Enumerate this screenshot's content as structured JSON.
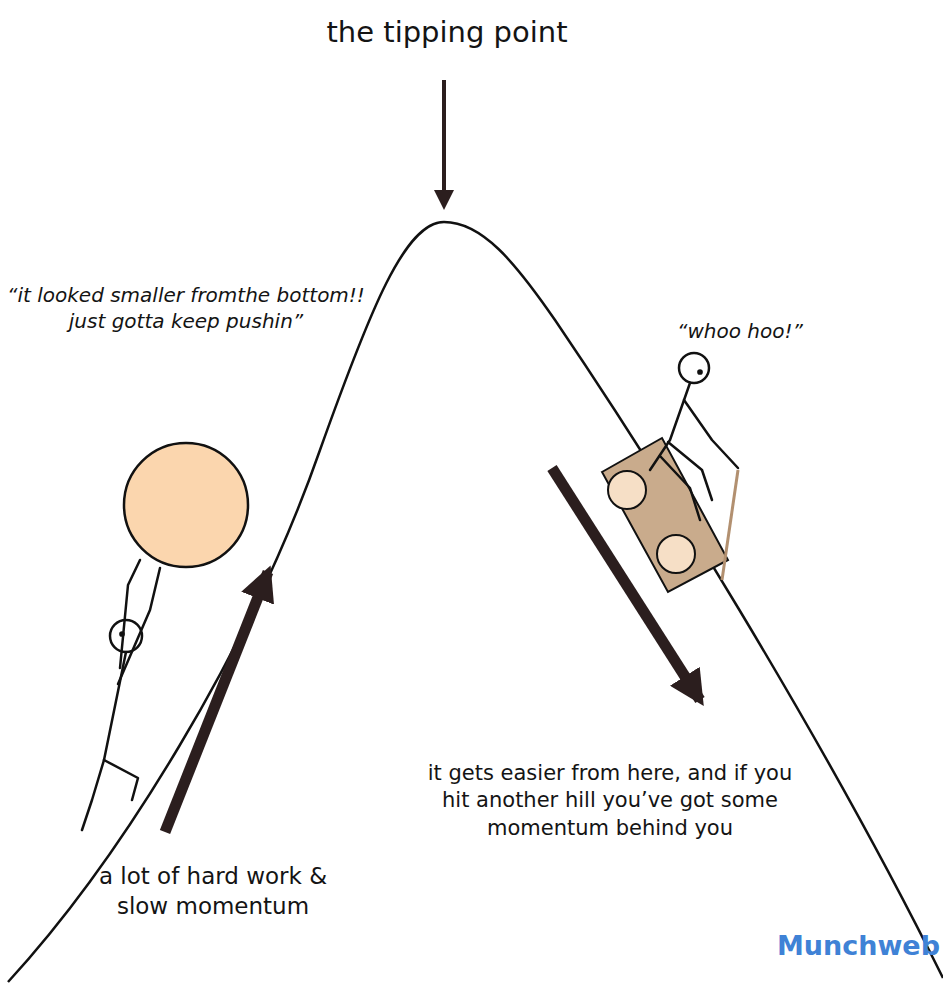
{
  "diagram": {
    "title": "the tipping point",
    "labels": [
      "“it looked smaller fromthe bottom!! just gotta keep pushin”",
      "a lot of hard work & slow momentum",
      "“whoo hoo!”",
      "it gets easier from here, and if you hit another hill you’ve got some momentum behind you",
      "Munchweb"
    ]
  }
}
